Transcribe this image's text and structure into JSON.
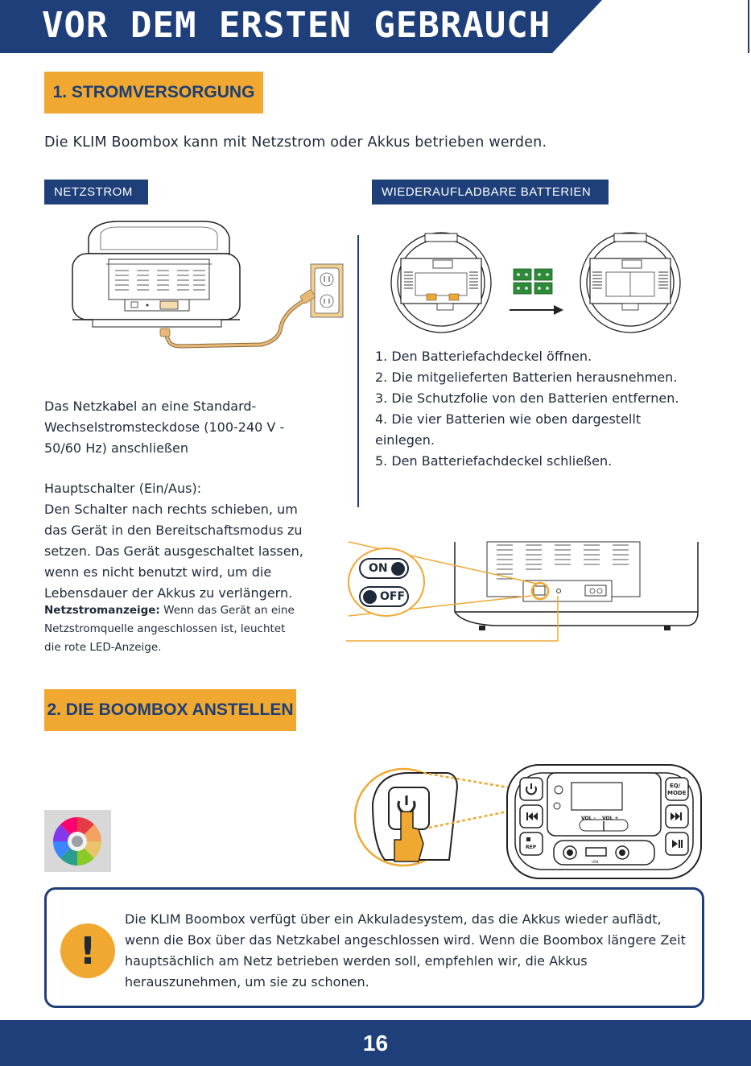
{
  "header": {
    "title": "VOR DEM ERSTEN GEBRAUCH"
  },
  "section1": {
    "heading": "1. STROMVERSORGUNG",
    "intro": "Die KLIM Boombox kann mit Netzstrom oder Akkus betrieben werden."
  },
  "netzstrom": {
    "label": "NETZSTROM",
    "text_line1": "Das Netzkabel an eine Standard-",
    "text_line2": "Wechselstromsteckdose (100-240 V -",
    "text_line3": "50/60 Hz) anschließen",
    "switch_title": "Hauptschalter (Ein/Aus):",
    "switch_line1": "Den Schalter nach rechts schieben, um",
    "switch_line2": "das Gerät in den Bereitschaftsmodus zu",
    "switch_line3": "setzen. Das Gerät ausgeschaltet lassen,",
    "switch_line4": "wenn es nicht benutzt wird, um die",
    "switch_line5": "Lebensdauer der Akkus zu verlängern.",
    "led_title": "Netzstromanzeige:",
    "led_line1": " Wenn das Gerät an eine",
    "led_line2": "Netzstromquelle angeschlossen ist, leuchtet",
    "led_line3": "die rote LED-Anzeige."
  },
  "batterien": {
    "label": "WIEDERAUFLADBARE BATTERIEN",
    "steps": [
      "1. Den Batteriefachdeckel öffnen.",
      "2. Die mitgelieferten Batterien herausnehmen.",
      "3. Die Schutzfolie von den Batterien entfernen.",
      "4. Die vier Batterien wie oben dargestellt",
      "einlegen.",
      "5. Den Batteriefachdeckel schließen."
    ]
  },
  "switch_illustration": {
    "on_label": "ON",
    "off_label": "OFF"
  },
  "section2": {
    "heading": "2. DIE BOOMBOX ANSTELLEN"
  },
  "panel_labels": {
    "eq": "EQ/",
    "mode": "MODE",
    "vol_minus": "VOL -",
    "vol_plus": "VOL +",
    "rep": "REP",
    "usb": "USB"
  },
  "note": {
    "icon": "exclamation-icon",
    "text": "Die KLIM Boombox verfügt über ein Akkuladesystem, das die Akkus wieder auflädt, wenn die Box über das Netzkabel angeschlossen wird. Wenn die Boombox längere Zeit hauptsächlich am Netz betrieben werden soll, empfehlen wir, die Akkus herauszunehmen, um sie zu schonen."
  },
  "footer": {
    "page_number": "16"
  },
  "colors": {
    "primary_blue": "#1f3f7a",
    "accent_orange": "#f0a830",
    "cord_tan": "#e8b877"
  }
}
